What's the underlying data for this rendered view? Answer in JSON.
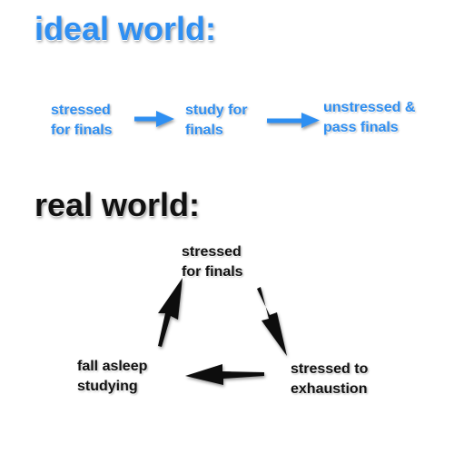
{
  "ideal": {
    "title": "ideal world:",
    "nodes": [
      "stressed\nfor finals",
      "study for\nfinals",
      "unstressed &\npass finals"
    ]
  },
  "real": {
    "title": "real world:",
    "nodes": [
      "stressed\nfor finals",
      "stressed to\nexhaustion",
      "fall asleep\nstudying"
    ]
  },
  "colors": {
    "ideal": "#2f8ff2",
    "real": "#111111"
  }
}
